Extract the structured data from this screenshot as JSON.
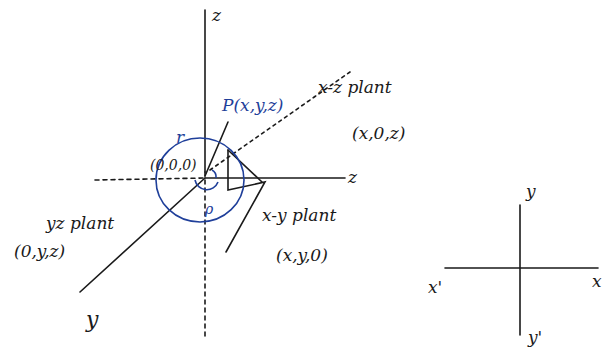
{
  "diagram": {
    "labels": [
      "z",
      "P(x,y,z)",
      "r",
      "(0,0,0)",
      "x-z plant",
      "(x,0,z)",
      "z",
      "yz plant",
      "(0,y,z)",
      "x-y plant",
      "(x,y,0)",
      "ρ",
      "y",
      "y",
      "x'",
      "x",
      "y'"
    ]
  }
}
